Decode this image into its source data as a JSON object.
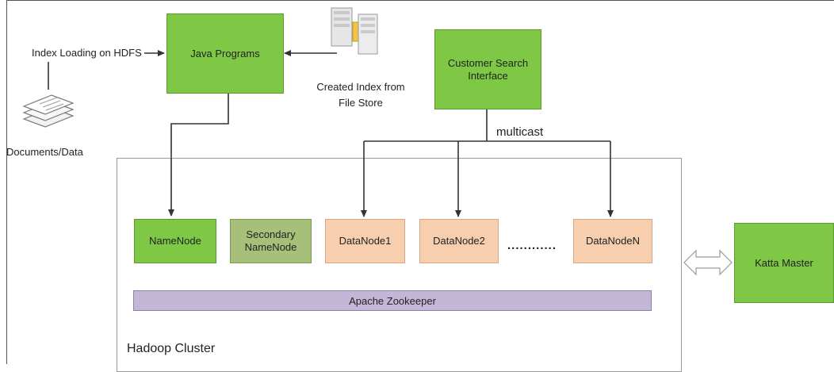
{
  "labels": {
    "index_loading": "Index Loading on HDFS",
    "documents": "Documents/Data",
    "created_index": "Created Index from\nFile Store",
    "multicast": "multicast",
    "dots": "............",
    "hadoop_cluster": "Hadoop Cluster"
  },
  "nodes": {
    "java_programs": "Java Programs",
    "customer_search": "Customer Search Interface",
    "namenode": "NameNode",
    "secondary_namenode": "Secondary NameNode",
    "datanode1": "DataNode1",
    "datanode2": "DataNode2",
    "datanodeN": "DataNodeN",
    "zookeeper": "Apache Zookeeper",
    "katta_master": "Katta Master"
  },
  "colors": {
    "green": "#7ec845",
    "olive": "#a6c079",
    "peach": "#f7cfae",
    "lavender": "#c3b6d6"
  },
  "icons": [
    "server-stack-icon",
    "document-stack-icon",
    "double-arrow-icon"
  ]
}
